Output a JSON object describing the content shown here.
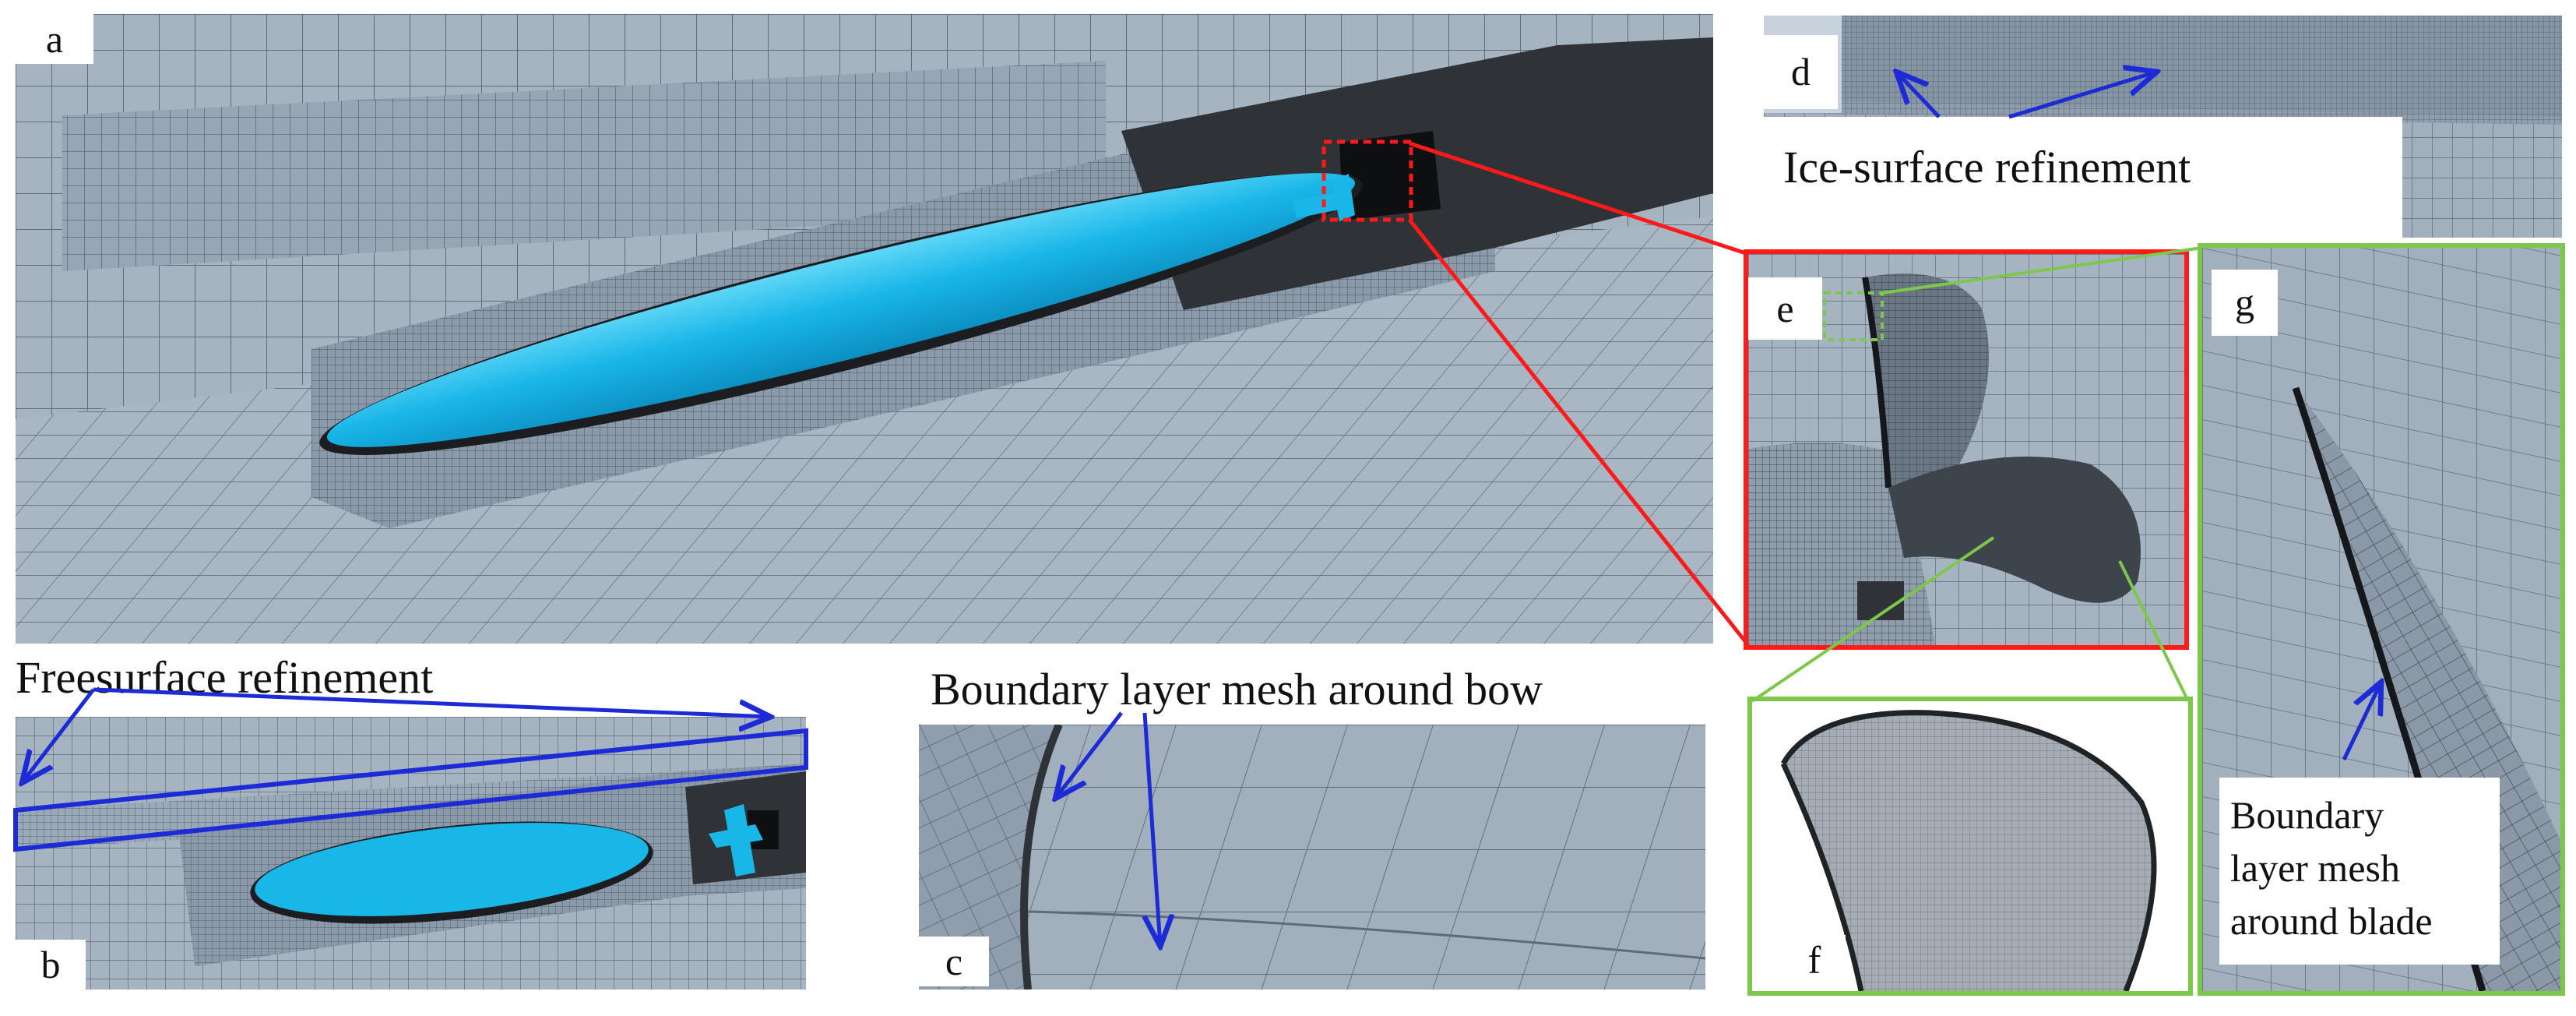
{
  "panels": {
    "a": {
      "letter": "a"
    },
    "b": {
      "letter": "b",
      "caption": "Freesurface  refinement"
    },
    "c": {
      "letter": "c",
      "caption": "Boundary  layer  mesh  around  bow"
    },
    "d": {
      "letter": "d",
      "caption": "Ice-surface  refinement"
    },
    "e": {
      "letter": "e"
    },
    "f": {
      "letter": "f"
    },
    "g": {
      "letter": "g",
      "caption_lines": [
        "Boundary",
        "layer  mesh",
        "around blade"
      ]
    }
  },
  "colors": {
    "mesh_background": "#93a3b3",
    "mesh_line": "#5a6878",
    "hull": "#19b6e8",
    "dark_zone": "#2f3337",
    "zoom_red": "#ff1a1a",
    "zoom_green": "#7cc84a",
    "arrow_blue": "#1c2bd6"
  }
}
